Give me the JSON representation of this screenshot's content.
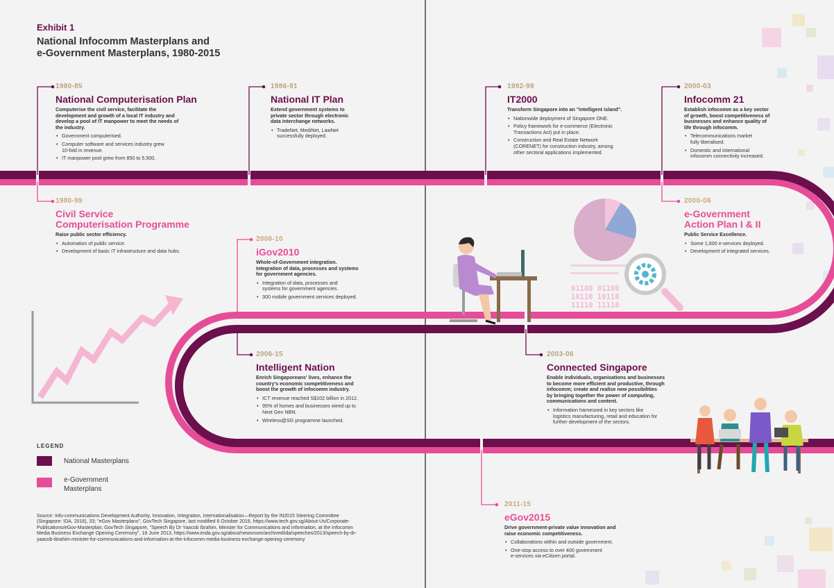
{
  "header": {
    "exhibit": "Exhibit 1",
    "title": "National Infocomm Masterplans and\ne-Government Masterplans, 1980-2015"
  },
  "colors": {
    "national": "#6b0f4d",
    "egov": "#e64d98",
    "background": "#f4f3f3",
    "year_label": "#b9a278"
  },
  "milestones": [
    {
      "id": "ncp",
      "type": "national",
      "years": "1980-85",
      "title": "National Computerisation Plan",
      "desc": "Computerise the civil service, facilitate the\ndevelopment and growth of a local IT industry and\ndevelop a pool of IT manpower to meet the needs of\nthe industry.",
      "bullets": [
        "Government computerised.",
        "Computer software and services industry grew\n10-fold in revenue.",
        "IT manpower pool grew from 850 to 5,500."
      ]
    },
    {
      "id": "nitp",
      "type": "national",
      "years": "1986-91",
      "title": "National IT Plan",
      "desc": "Extend government systems to\nprivate sector through electronic\ndata interchange networks.",
      "bullets": [
        "TradeNet, MediNet, LawNet\nsuccessfully deployed."
      ]
    },
    {
      "id": "it2000",
      "type": "national",
      "years": "1992-99",
      "title": "IT2000",
      "desc": "Transform Singapore into an \"intelligent island\".",
      "bullets": [
        "Nationwide deployment of Singapore ONE.",
        "Policy framework for e-commerce (Electronic\nTransactions Act) put in place.",
        "Construction and Real Estate Network\n(CORENET) for construction industry, among\nother sectoral applications implemented."
      ]
    },
    {
      "id": "ic21",
      "type": "national",
      "years": "2000-03",
      "title": "Infocomm 21",
      "desc": "Establish infocomm as a key sector\nof growth, boost competitiveness of\nbusinesses and enhance quality of\nlife through infocomm.",
      "bullets": [
        "Telecommunications market\nfully liberalised.",
        "Domestic and international\ninfocomm connectivity increased."
      ]
    },
    {
      "id": "cscp",
      "type": "egov",
      "years": "1980-99",
      "title": "Civil Service\nComputerisation Programme",
      "desc": "Raise public sector efficiency.",
      "bullets": [
        "Automation of public service.",
        "Development of basic IT infrastructure and data hubs."
      ]
    },
    {
      "id": "egap",
      "type": "egov",
      "years": "2000-06",
      "title": "e-Government\nAction Plan I & II",
      "desc": "Public Service Excellence.",
      "bullets": [
        "Some 1,600 e-services deployed.",
        "Development of integrated services."
      ]
    },
    {
      "id": "igov",
      "type": "egov",
      "years": "2006-10",
      "title": "iGov2010",
      "desc": "Whole-of-Government integration.\nIntegration of data, processes and systems\nfor government agencies.",
      "bullets": [
        "Integration of data, processes and\nsystems for government agencies.",
        "300 mobile government services deployed."
      ]
    },
    {
      "id": "in2015",
      "type": "national",
      "years": "2006-15",
      "title": "Intelligent Nation",
      "desc": "Enrich Singaporeans' lives, enhance the\ncountry's economic competitiveness and\nboost the growth of infocomm industry.",
      "bullets": [
        "ICT revenue reached S$102 billion in 2012.",
        "95% of homes and businesses wired up to\nNext Gen NBN.",
        "Wireless@SG programme launched."
      ]
    },
    {
      "id": "cs",
      "type": "national",
      "years": "2003-06",
      "title": "Connected Singapore",
      "desc": "Enable individuals, organisations and businesses\nto become more efficient and productive, through\ninfocomm; create and realise new possibilities\nby bringing together the power of computing,\ncommunications and content.",
      "bullets": [
        "Information harnessed in key sectors like\nlogistics manufacturing, retail and education for\nfurther development of the sectors."
      ]
    },
    {
      "id": "egov2015",
      "type": "egov",
      "years": "2011-15",
      "title": "eGov2015",
      "desc": "Drive government-private value innovation and\nraise economic competitiveness.",
      "bullets": [
        "Collaborations within and outside government.",
        "One-stop access to over 400 government\ne-services via eCitizen portal."
      ]
    }
  ],
  "legend": {
    "title": "LEGEND",
    "items": [
      {
        "label": "National Masterplans",
        "color": "#6b0f4d"
      },
      {
        "label": "e-Government\nMasterplans",
        "color": "#e64d98"
      }
    ]
  },
  "illustration": {
    "binary_text": [
      "01100 01100",
      "10110 10110",
      "11110 11110"
    ],
    "icons": [
      "pie-chart-icon",
      "magnifier-gear-icon",
      "woman-at-computer-icon",
      "rising-line-chart-icon",
      "team-at-table-icon"
    ]
  },
  "source": "Source: Info-communications Development Authority, Innovation, Integration, Internationalisation—Report by the IN2015 Steering Committee (Singapore: IDA, 2016), 33; \"eGov Masterplans\", GovTech Singapore, last modified 6 October 2016, https://www.tech.gov.sg/About-Us/Corporate-Publications/eGov-Masterplan; GovTech Singapore, \"Speech By Dr Yaacob Ibrahim, Minister for Communications and Information, at the Infocomm Media Business Exchange Opening Ceremony\", 18 June 2013, https://www.imda.gov.sg/about/newsroom/archived/ida/speeches/2013/speech-by-dr-yaacob-ibrahim-minister-for-communications-and-information-at-the-infocomm-media-business-exchange-opening-ceremony"
}
